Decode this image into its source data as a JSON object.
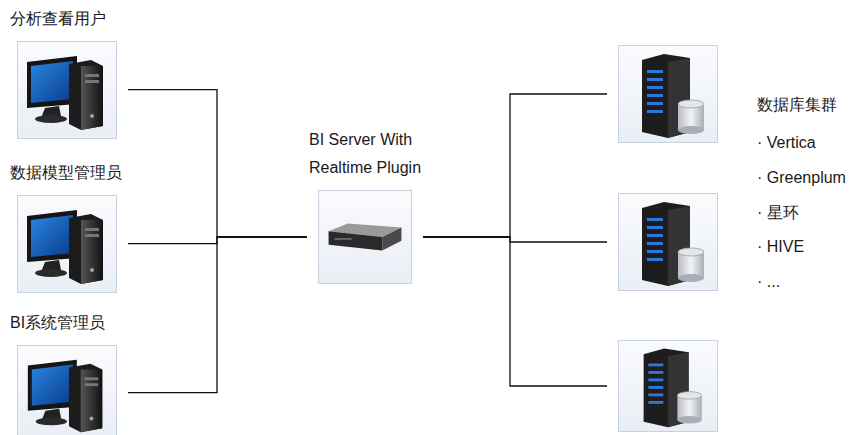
{
  "diagram": {
    "nodes": [
      {
        "text": [
          "分析查看用户"
        ]
      },
      {
        "text": [
          "数据模型管理员"
        ]
      },
      {
        "text": [
          "BI系统管理员"
        ]
      },
      {
        "text": [
          "BI Server With Realtime Plugin"
        ]
      },
      {
        "text": []
      },
      {
        "text": []
      },
      {
        "text": []
      }
    ],
    "edges": [
      {
        "from": 0,
        "to": 3,
        "arrow": "none"
      },
      {
        "from": 1,
        "to": 3,
        "arrow": "none"
      },
      {
        "from": 2,
        "to": 3,
        "arrow": "none"
      },
      {
        "from": 3,
        "to": 4,
        "arrow": "none"
      },
      {
        "from": 3,
        "to": 5,
        "arrow": "none"
      },
      {
        "from": 3,
        "to": 6,
        "arrow": "none"
      }
    ],
    "labels": [
      "数据库集群",
      "· Vertica",
      "· Greenplum",
      "· 星环",
      "· HIVE",
      "· ..."
    ]
  }
}
